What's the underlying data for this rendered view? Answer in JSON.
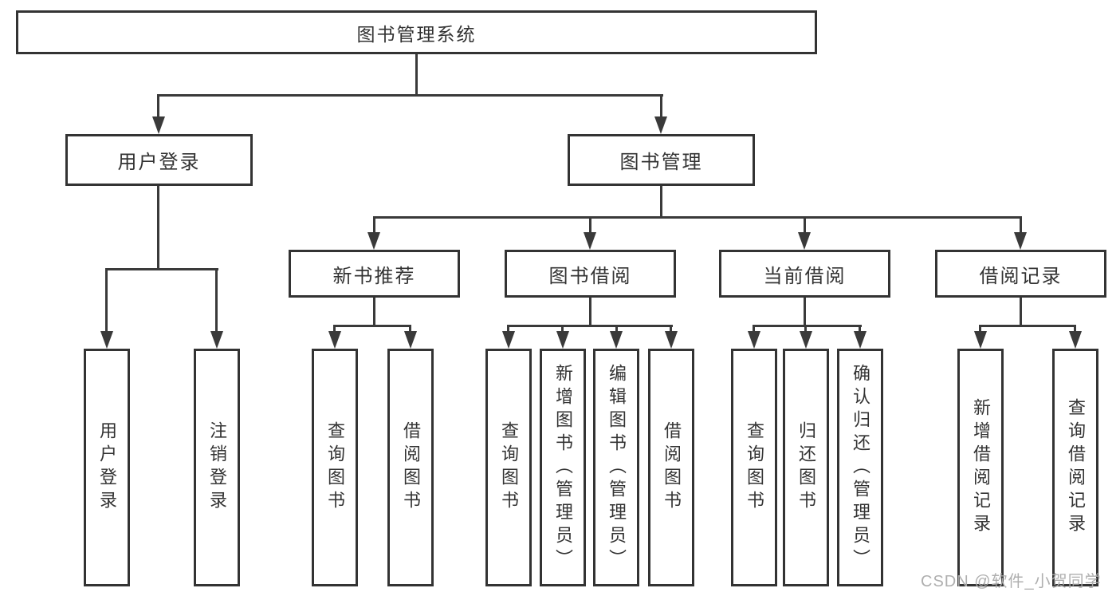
{
  "palette": {
    "line": "#3a3a3a",
    "border": "#333333",
    "text": "#333333",
    "background": "#ffffff",
    "watermark_color": "#ababab"
  },
  "nodes": {
    "root": "图书管理系统",
    "level2": {
      "user_login": "用户登录",
      "book_management": "图书管理"
    },
    "level3": {
      "new_book_recommend": "新书推荐",
      "book_borrow": "图书借阅",
      "current_borrow": "当前借阅",
      "borrow_records": "借阅记录"
    },
    "leaves": {
      "user_login": [
        "用户登录",
        "注销登录"
      ],
      "new_book_recommend": [
        "查询图书",
        "借阅图书"
      ],
      "book_borrow": [
        "查询图书",
        "新增图书（管理员）",
        "编辑图书（管理员）",
        "借阅图书"
      ],
      "current_borrow": [
        "查询图书",
        "归还图书",
        "确认归还（管理员）"
      ],
      "borrow_records": [
        "新增借阅记录",
        "查询借阅记录"
      ]
    }
  },
  "watermark": "CSDN @软件_小贺同学"
}
